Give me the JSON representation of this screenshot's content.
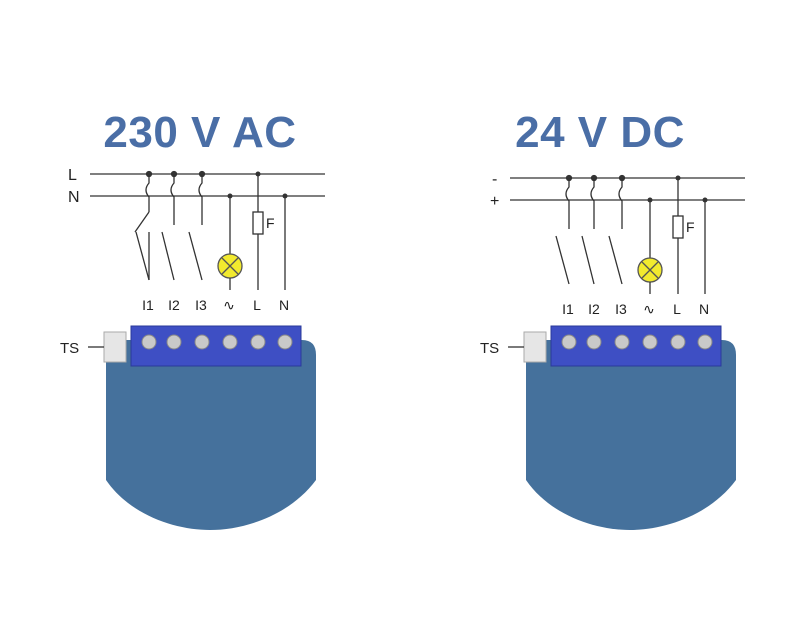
{
  "colors": {
    "title": "#4a6ea6",
    "terminal_block": "#3e4fc4",
    "module_body": "#45719c",
    "lamp": "#f2ea2e",
    "wire": "#333333"
  },
  "panels": [
    {
      "title": "230 V AC",
      "line_labels": [
        "L",
        "N"
      ],
      "terminal_labels": [
        "I1",
        "I2",
        "I3",
        "∿",
        "L",
        "N"
      ],
      "fuse_label": "F",
      "sensor_label": "TS"
    },
    {
      "title": "24 V DC",
      "line_labels": [
        "-",
        "+"
      ],
      "terminal_labels": [
        "I1",
        "I2",
        "I3",
        "∿",
        "L",
        "N"
      ],
      "fuse_label": "F",
      "sensor_label": "TS"
    }
  ]
}
